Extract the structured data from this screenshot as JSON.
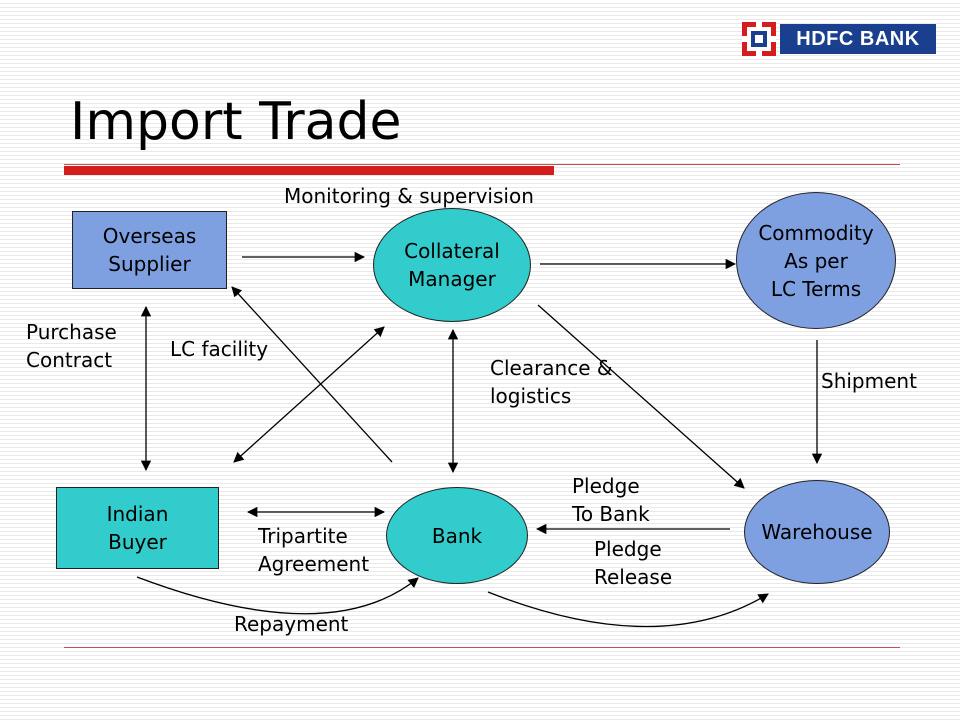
{
  "brand": {
    "name": "HDFC BANK",
    "mark_color": "#d51d1d",
    "box_color": "#1b3f8f"
  },
  "title": "Import Trade",
  "colors": {
    "teal": "#33cccc",
    "blue": "#7e9fe0",
    "rule_red": "#d51d1d"
  },
  "nodes": {
    "overseas_supplier": "Overseas\nSupplier",
    "collateral_manager": "Collateral\n Manager",
    "commodity": "Commodity\nAs per \nLC Terms",
    "indian_buyer": "Indian\n Buyer",
    "bank": "Bank",
    "warehouse": "Warehouse"
  },
  "labels": {
    "monitoring": "Monitoring & supervision",
    "purchase_contract": "Purchase\nContract",
    "lc_facility": "LC facility",
    "clearance": "Clearance &\nlogistics",
    "shipment": "Shipment",
    "pledge_to_bank": "Pledge\nTo Bank",
    "tripartite": "Tripartite\nAgreement",
    "pledge_release": "Pledge\nRelease",
    "repayment": "Repayment"
  }
}
